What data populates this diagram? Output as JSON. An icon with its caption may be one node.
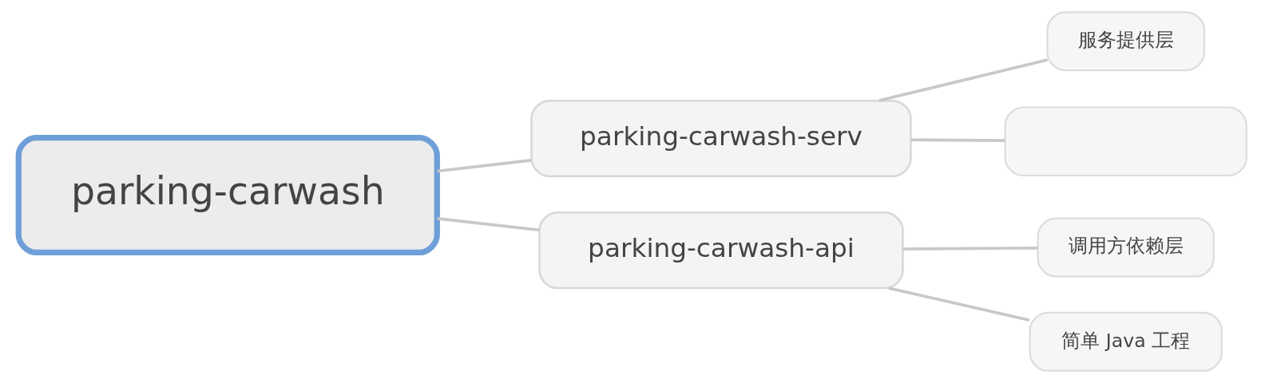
{
  "diagram": {
    "nodes": [
      {
        "text": [
          "parking-carwash"
        ]
      },
      {
        "text": [
          "parking-carwash-serv"
        ]
      },
      {
        "text": [
          "服务提供层"
        ]
      },
      {
        "text": [],
        "shape": "box"
      },
      {
        "text": [
          "parking-carwash-api"
        ]
      },
      {
        "text": [
          "调用方依赖层"
        ]
      },
      {
        "text": [
          "简单 Java 工程"
        ]
      }
    ],
    "edges": [
      {
        "from": 0,
        "to": 1,
        "arrow": "none"
      },
      {
        "from": 0,
        "to": 4,
        "arrow": "none"
      },
      {
        "from": 1,
        "to": 2,
        "arrow": "none"
      },
      {
        "from": 1,
        "to": 3,
        "arrow": "none"
      },
      {
        "from": 4,
        "to": 5,
        "arrow": "none"
      },
      {
        "from": 4,
        "to": 6,
        "arrow": "none"
      }
    ]
  }
}
